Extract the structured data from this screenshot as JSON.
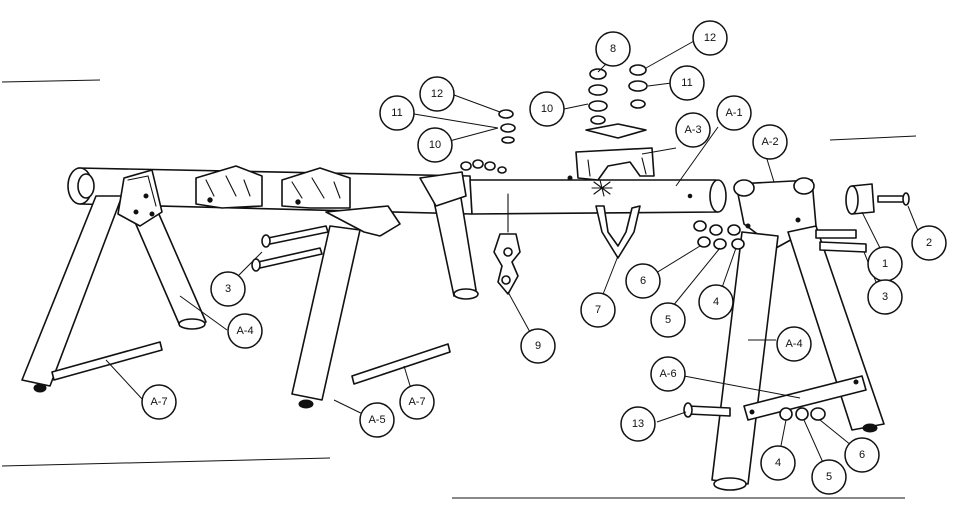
{
  "callouts": {
    "c1": "A-1",
    "c2": "A-2",
    "c3": "A-3",
    "c4": "A-4",
    "c5": "A-4",
    "c6": "A-5",
    "c7": "A-6",
    "c8": "A-7",
    "c9": "A-7",
    "c10": "1",
    "c11": "2",
    "c12": "3",
    "c13": "3",
    "c14": "4",
    "c15": "4",
    "c16": "5",
    "c17": "5",
    "c18": "6",
    "c19": "6",
    "c20": "7",
    "c21": "8",
    "c22": "9",
    "c23": "10",
    "c24": "10",
    "c25": "11",
    "c26": "11",
    "c27": "12",
    "c28": "12",
    "c29": "13"
  }
}
